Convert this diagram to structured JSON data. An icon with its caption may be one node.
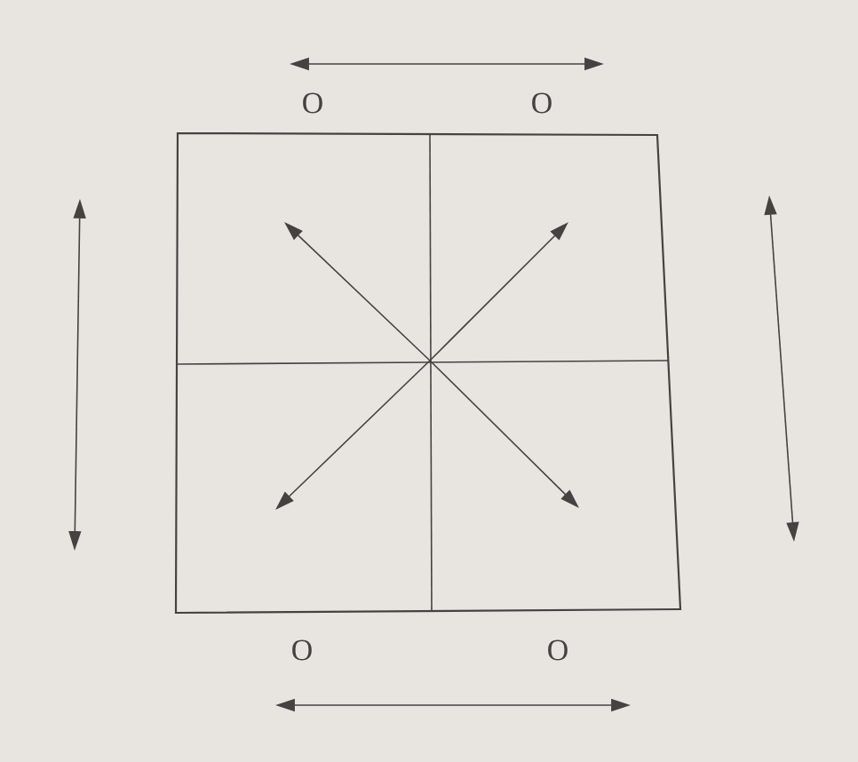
{
  "diagram": {
    "labels": [
      "O",
      "O",
      "O",
      "O"
    ]
  }
}
